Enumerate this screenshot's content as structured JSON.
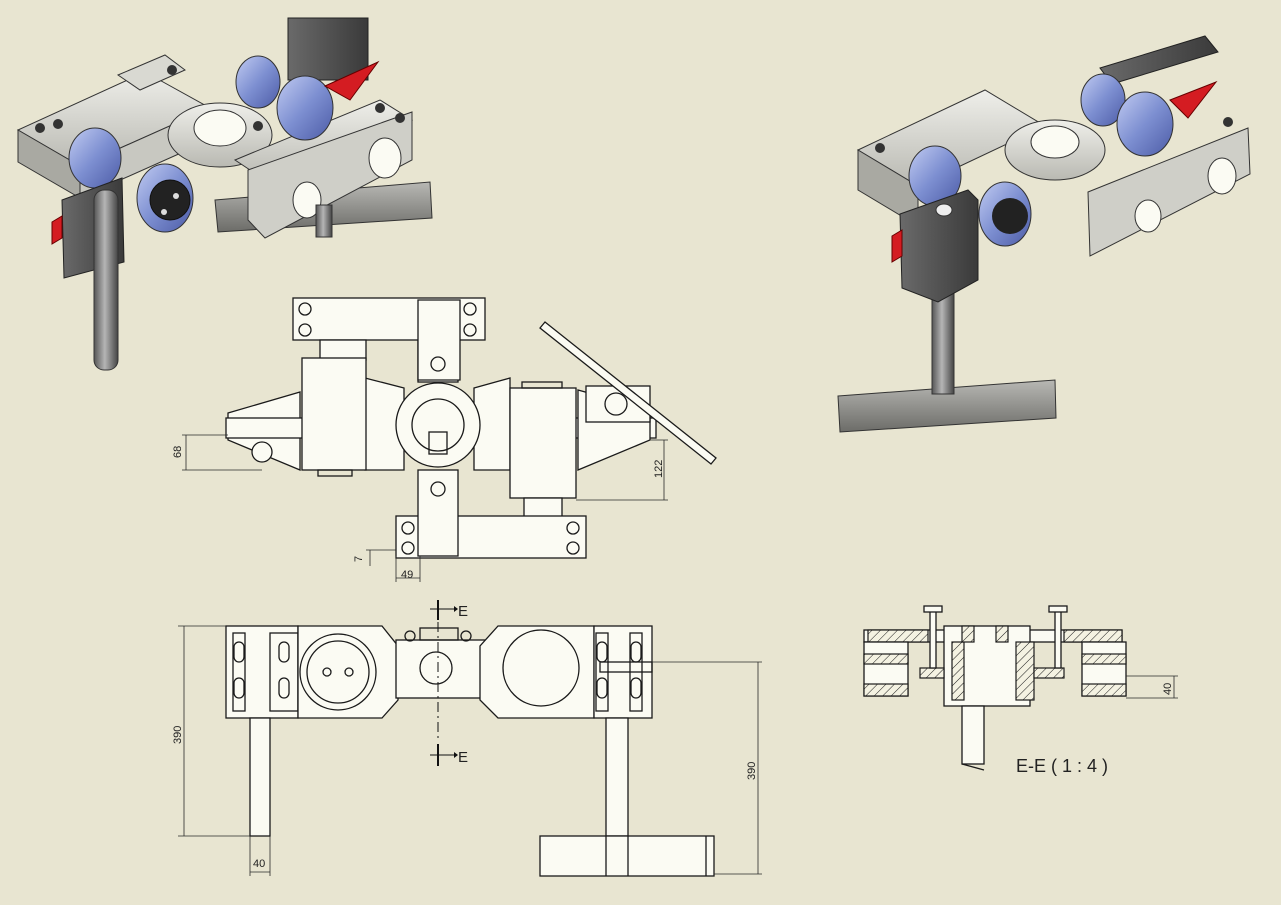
{
  "colors": {
    "sheet_background": "#e8e5d1",
    "line": "#1a1a1a",
    "metal_light": "#d9d9d4",
    "metal_dark": "#4a4a4a",
    "roller_blue": "#7d8fd1",
    "accent_red": "#d41c22"
  },
  "dimensions": {
    "top_left": "68",
    "top_right": "122",
    "top_bottom_gap": "7",
    "top_bottom_width": "49",
    "front_left_height": "390",
    "front_right_height": "390",
    "front_bottom_width": "40",
    "section_height": "40"
  },
  "section": {
    "marker": "E",
    "caption": "E-E ( 1 : 4 )"
  }
}
